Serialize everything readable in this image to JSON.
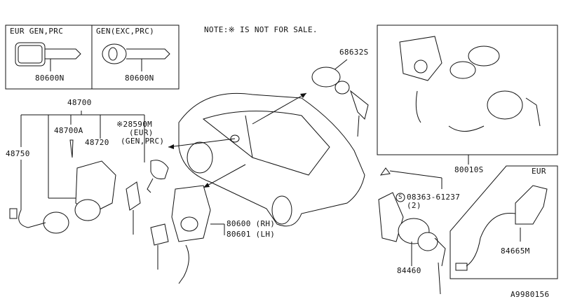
{
  "note": "NOTE:※ IS NOT FOR SALE.",
  "key_box": {
    "left_title": "EUR GEN,PRC",
    "right_title": "GEN(EXC,PRC)",
    "left_part": "80600N",
    "right_part": "80600N"
  },
  "parts": {
    "p68632s": "68632S",
    "p48700": "48700",
    "p48700a": "48700A",
    "p48720": "48720",
    "p28590m": "※28590M",
    "p28590m_eur": "(EUR)",
    "p28590m_gen": "(GEN,PRC)",
    "p48750": "48750",
    "p80010s": "80010S",
    "eur_box": "EUR",
    "bolt_symbol": "S",
    "bolt": "08363-61237",
    "bolt_qty": "(2)",
    "p80600": "80600 (RH)",
    "p80601": "80601 (LH)",
    "p84460": "84460",
    "p84665m": "84665M"
  },
  "diagram_id": "A9980156"
}
